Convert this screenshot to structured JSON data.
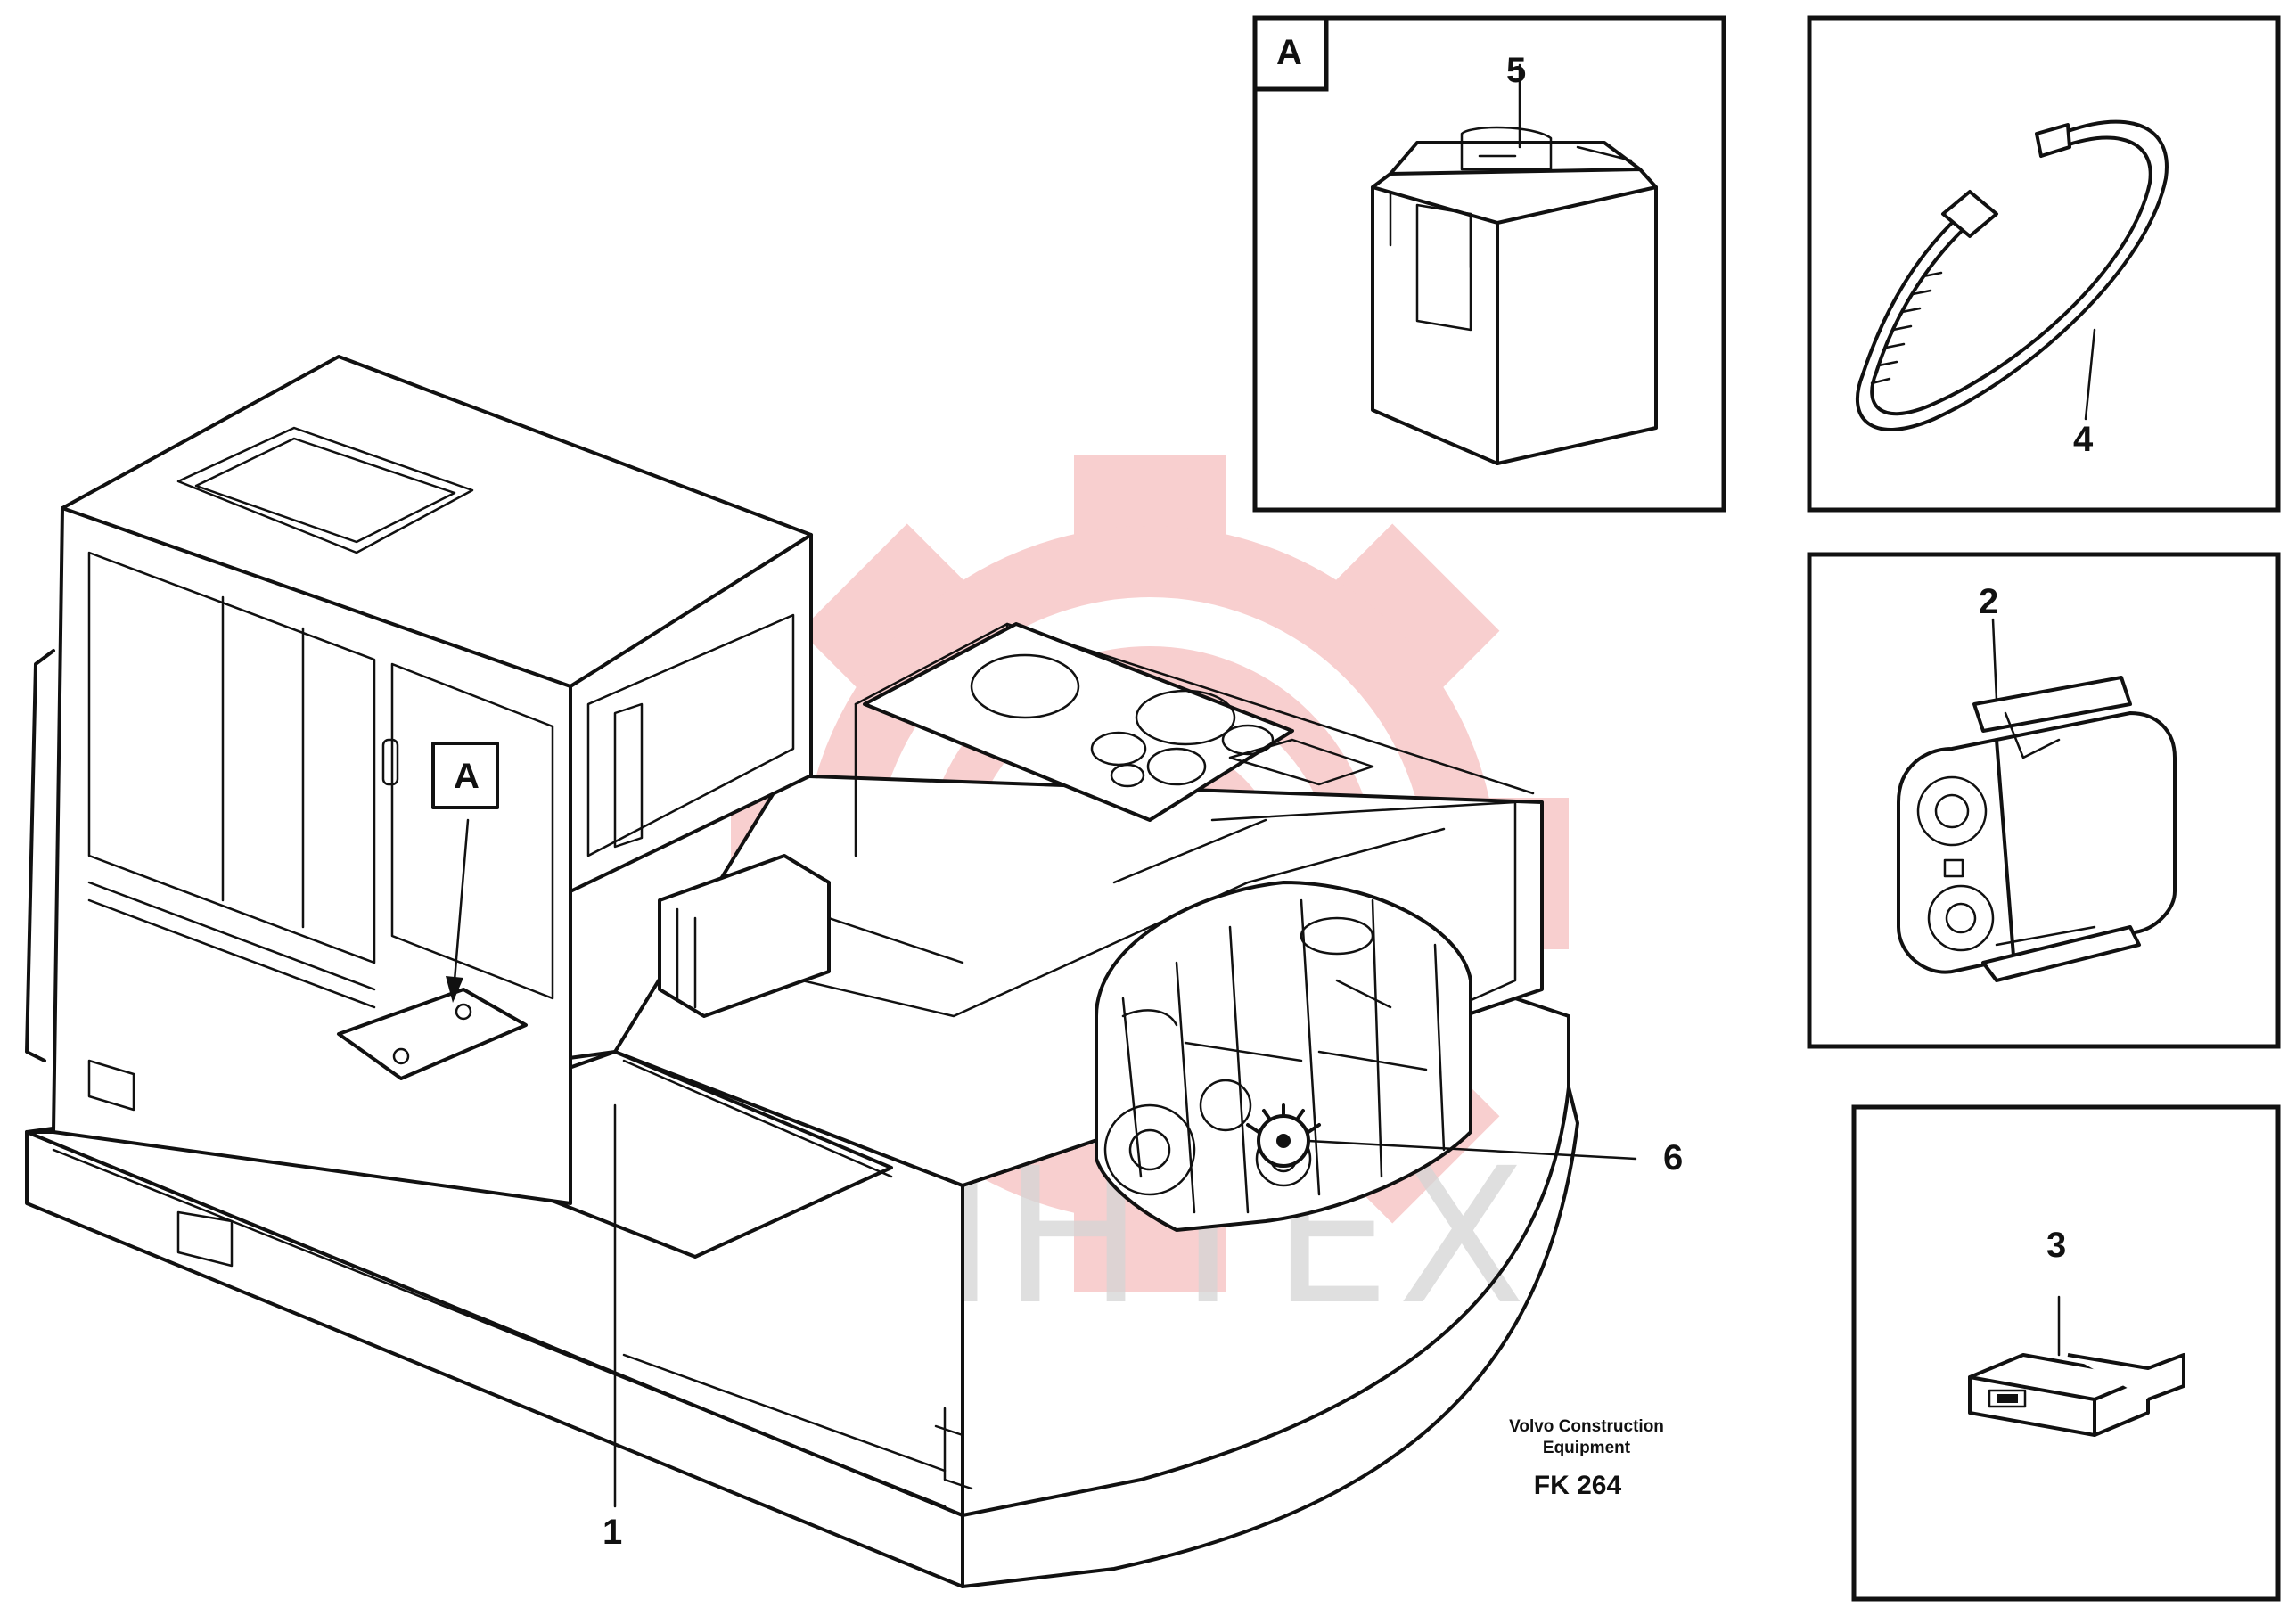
{
  "callouts": {
    "c1": "1",
    "c2": "2",
    "c3": "3",
    "c4": "4",
    "c5": "5",
    "c6": "6"
  },
  "detail_ref": {
    "main": "A",
    "inset": "A"
  },
  "credit": {
    "line1": "Volvo Construction",
    "line2": "Equipment"
  },
  "figure_code": "FK 264",
  "watermark": {
    "text": "ИНТЕХ",
    "color": "#f2a8a8"
  }
}
